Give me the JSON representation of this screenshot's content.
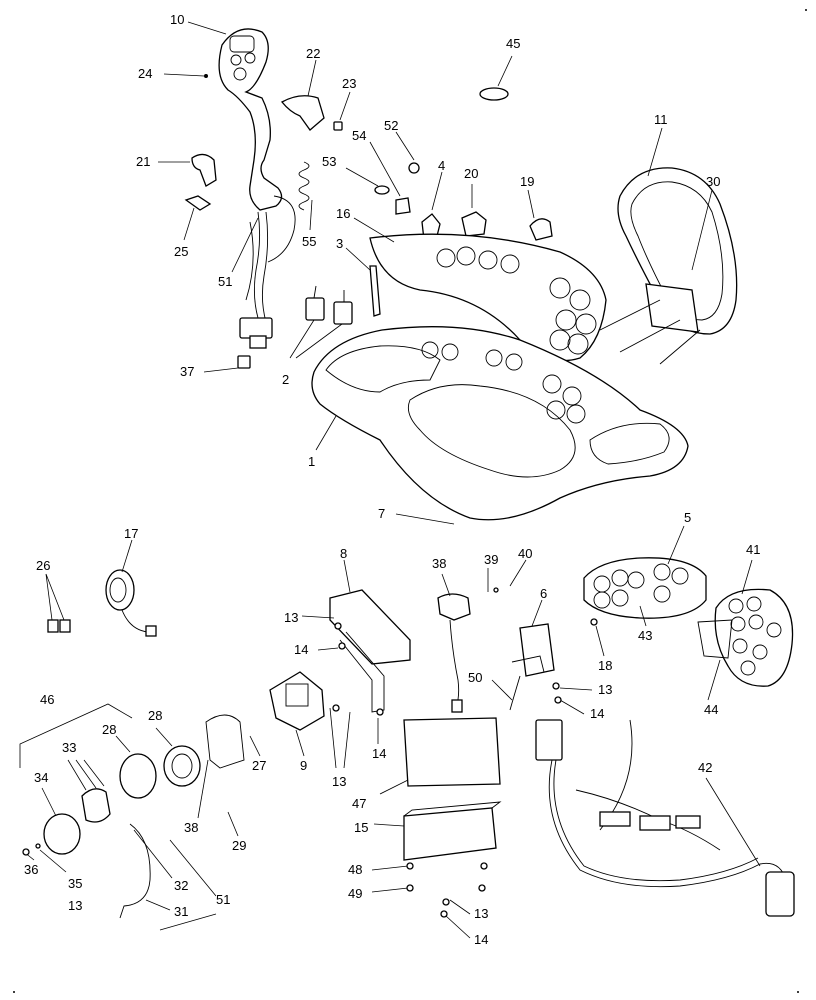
{
  "callouts": [
    {
      "text": "10"
    },
    {
      "text": "24"
    },
    {
      "text": "22"
    },
    {
      "text": "23"
    },
    {
      "text": "45"
    },
    {
      "text": "52"
    },
    {
      "text": "54"
    },
    {
      "text": "53"
    },
    {
      "text": "4"
    },
    {
      "text": "20"
    },
    {
      "text": "19"
    },
    {
      "text": "11"
    },
    {
      "text": "30"
    },
    {
      "text": "21"
    },
    {
      "text": "25"
    },
    {
      "text": "55"
    },
    {
      "text": "16"
    },
    {
      "text": "3"
    },
    {
      "text": "51"
    },
    {
      "text": "37"
    },
    {
      "text": "2"
    },
    {
      "text": "1"
    },
    {
      "text": "7"
    },
    {
      "text": "5"
    },
    {
      "text": "41"
    },
    {
      "text": "17"
    },
    {
      "text": "26"
    },
    {
      "text": "8"
    },
    {
      "text": "38"
    },
    {
      "text": "39"
    },
    {
      "text": "40"
    },
    {
      "text": "6"
    },
    {
      "text": "43"
    },
    {
      "text": "18"
    },
    {
      "text": "44"
    },
    {
      "text": "13"
    },
    {
      "text": "14"
    },
    {
      "text": "50"
    },
    {
      "text": "13"
    },
    {
      "text": "14"
    },
    {
      "text": "46"
    },
    {
      "text": "28"
    },
    {
      "text": "33"
    },
    {
      "text": "28"
    },
    {
      "text": "27"
    },
    {
      "text": "9"
    },
    {
      "text": "14"
    },
    {
      "text": "13"
    },
    {
      "text": "34"
    },
    {
      "text": "38"
    },
    {
      "text": "29"
    },
    {
      "text": "47"
    },
    {
      "text": "42"
    },
    {
      "text": "15"
    },
    {
      "text": "36"
    },
    {
      "text": "35"
    },
    {
      "text": "13"
    },
    {
      "text": "32"
    },
    {
      "text": "31"
    },
    {
      "text": "51"
    },
    {
      "text": "48"
    },
    {
      "text": "49"
    },
    {
      "text": "13"
    },
    {
      "text": "14"
    }
  ]
}
